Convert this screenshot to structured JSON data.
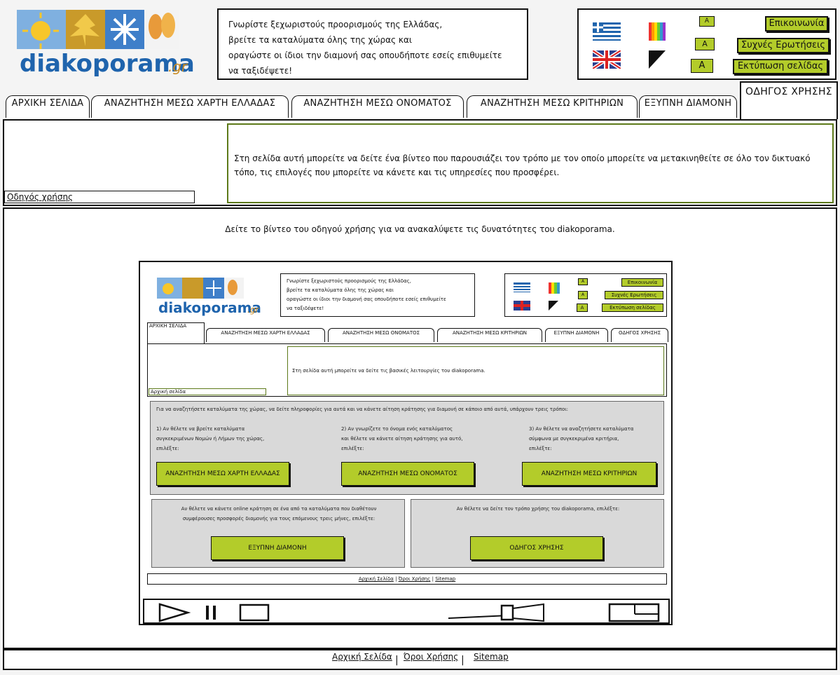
{
  "header": {
    "logo_text": "diakoporama",
    "logo_suffix": ".gr",
    "intro_lines": [
      "Γνωρίστε ξεχωριστούς προορισμούς της Ελλάδας,",
      "βρείτε τα καταλύματα όλης της χώρας και",
      "οραγώστε οι ίδιοι την διαμονή σας οπουδήποτε εσείς επιθυμείτε",
      "να ταξιδέψετε!"
    ],
    "font_button_label": "A",
    "contact_label": "Επικοινωνία",
    "faq_label": "Συχνές Ερωτήσεις",
    "print_label": "Εκτύπωση σελίδας"
  },
  "tabs": [
    {
      "label": "ΑΡΧΙΚΗ ΣΕΛΙΔΑ"
    },
    {
      "label": "ΑΝΑΖΗΤΗΣΗ ΜΕΣΩ ΧΑΡΤΗ ΕΛΛΑΔΑΣ"
    },
    {
      "label": "ΑΝΑΖΗΤΗΣΗ ΜΕΣΩ ΟΝΟΜΑΤΟΣ"
    },
    {
      "label": "ΑΝΑΖΗΤΗΣΗ ΜΕΣΩ ΚΡΙΤΗΡΙΩΝ"
    },
    {
      "label": "ΕΞΥΠΝΗ ΔΙΑΜΟΝΗ"
    },
    {
      "label": "ΟΔΗΓΟΣ ΧΡΗΣΗΣ"
    }
  ],
  "section": {
    "breadcrumb": "Οδηγός χρήσης",
    "description": "Στη σελίδα αυτή μπορείτε να δείτε ένα βίντεο που παρουσιάζει τον τρόπο με τον οποίο μπορείτε να μετακινηθείτε σε όλο τον δικτυακό τόπο, τις επιλογές που μπορείτε να κάνετε και τις υπηρεσίες που προσφέρει."
  },
  "video_intro": "Δείτε το βίντεο του οδηγού χρήσης για να ανακαλύψετε τις δυνατότητες του diakoporama.",
  "video": {
    "intro_lines": [
      "Γνωρίστε ξεχωριστούς προορισμούς της Ελλάδας,",
      "βρείτε τα καταλύματα όλης της χώρας και",
      "οραγώστε οι ίδιοι την διαμονή σας οπουδήποτε εσείς επιθυμείτε",
      "να ταξιδέψετε!"
    ],
    "contact_label": "Επικοινωνία",
    "faq_label": "Συχνές Ερωτήσεις",
    "print_label": "Εκτύπωση σελίδας",
    "tabs": [
      "ΑΡΧΙΚΗ ΣΕΛΙΔΑ",
      "ΑΝΑΖΗΤΗΣΗ ΜΕΣΩ ΧΑΡΤΗ ΕΛΛΑΔΑΣ",
      "ΑΝΑΖΗΤΗΣΗ ΜΕΣΩ ΟΝΟΜΑΤΟΣ",
      "ΑΝΑΖΗΤΗΣΗ ΜΕΣΩ ΚΡΙΤΗΡΙΩΝ",
      "ΕΞΥΠΝΗ ΔΙΑΜΟΝΗ",
      "ΟΔΗΓΟΣ ΧΡΗΣΗΣ"
    ],
    "breadcrumb": "Αρχική σελίδα",
    "description": "Στη σελίδα αυτή μπορείτε να δείτε τις βασικές λειτουργίες του diakoporama.",
    "search_intro": "Για να αναζητήσετε καταλύματα της χώρας, να δείτε πληροφορίες για αυτά και να κάνετε αίτηση κράτησης για διαμονή σε κάποιο από αυτά, υπάρχουν τρεις τρόποι:",
    "option1": [
      "1) Αν θέλετε να βρείτε καταλύματα",
      "συγκεκριμένων Νομών ή Λήμων της χώρας,",
      "επιλέξτε:"
    ],
    "option2": [
      "2) Αν γνωρίζετε το όνομα ενός καταλύματος",
      "και θέλετε να κάνετε αίτηση κράτησης για αυτό,",
      "επιλέξτε:"
    ],
    "option3": [
      "3) Αν θέλετε να αναζητήσετε καταλύματα",
      "σύμφωνα με συγκεκριμένα κριτήρια,",
      "επιλέξτε:"
    ],
    "btn_map": "ΑΝΑΖΗΤΗΣΗ ΜΕΣΩ ΧΑΡΤΗ ΕΛΛΑΔΑΣ",
    "btn_name": "ΑΝΑΖΗΤΗΣΗ ΜΕΣΩ ΟΝΟΜΑΤΟΣ",
    "btn_criteria": "ΑΝΑΖΗΤΗΣΗ ΜΕΣΩ ΚΡΙΤΗΡΙΩΝ",
    "online_text": [
      "Αν θέλετε να κάνετε online κράτηση σε ένα από τα καταλύματα που διαθέτουν",
      "συμφέρουσες προσφορές διαμονής για τους επόμενους τρεις μήνες, επιλέξτε:"
    ],
    "guide_text": "Αν θέλετε να δείτε τον τρόπο χρήσης του diakoporama, επιλέξτε:",
    "btn_smart": "ΕΞΥΠΝΗ ΔΙΑΜΟΝΗ",
    "btn_guide": "ΟΔΗΓΟΣ ΧΡΗΣΗΣ",
    "footer_home": "Αρχική Σελίδα",
    "footer_terms": "Όροι Χρήσης",
    "footer_sitemap": "Sitemap",
    "footer_sep": "|"
  },
  "footer": {
    "home": "Αρχική Σελίδα",
    "terms": "Όροι Χρήσης",
    "sitemap": "Sitemap",
    "sep": "|"
  },
  "colors": {
    "accent": "#b3cc2a",
    "panel": "#d9d9d9",
    "logo_blue": "#1f64ad"
  },
  "icons": [
    "greek-flag-icon",
    "uk-flag-icon",
    "color-palette-icon",
    "contrast-icon",
    "play-icon",
    "pause-icon",
    "stop-icon",
    "volume-slider-icon",
    "fullscreen-icon"
  ]
}
